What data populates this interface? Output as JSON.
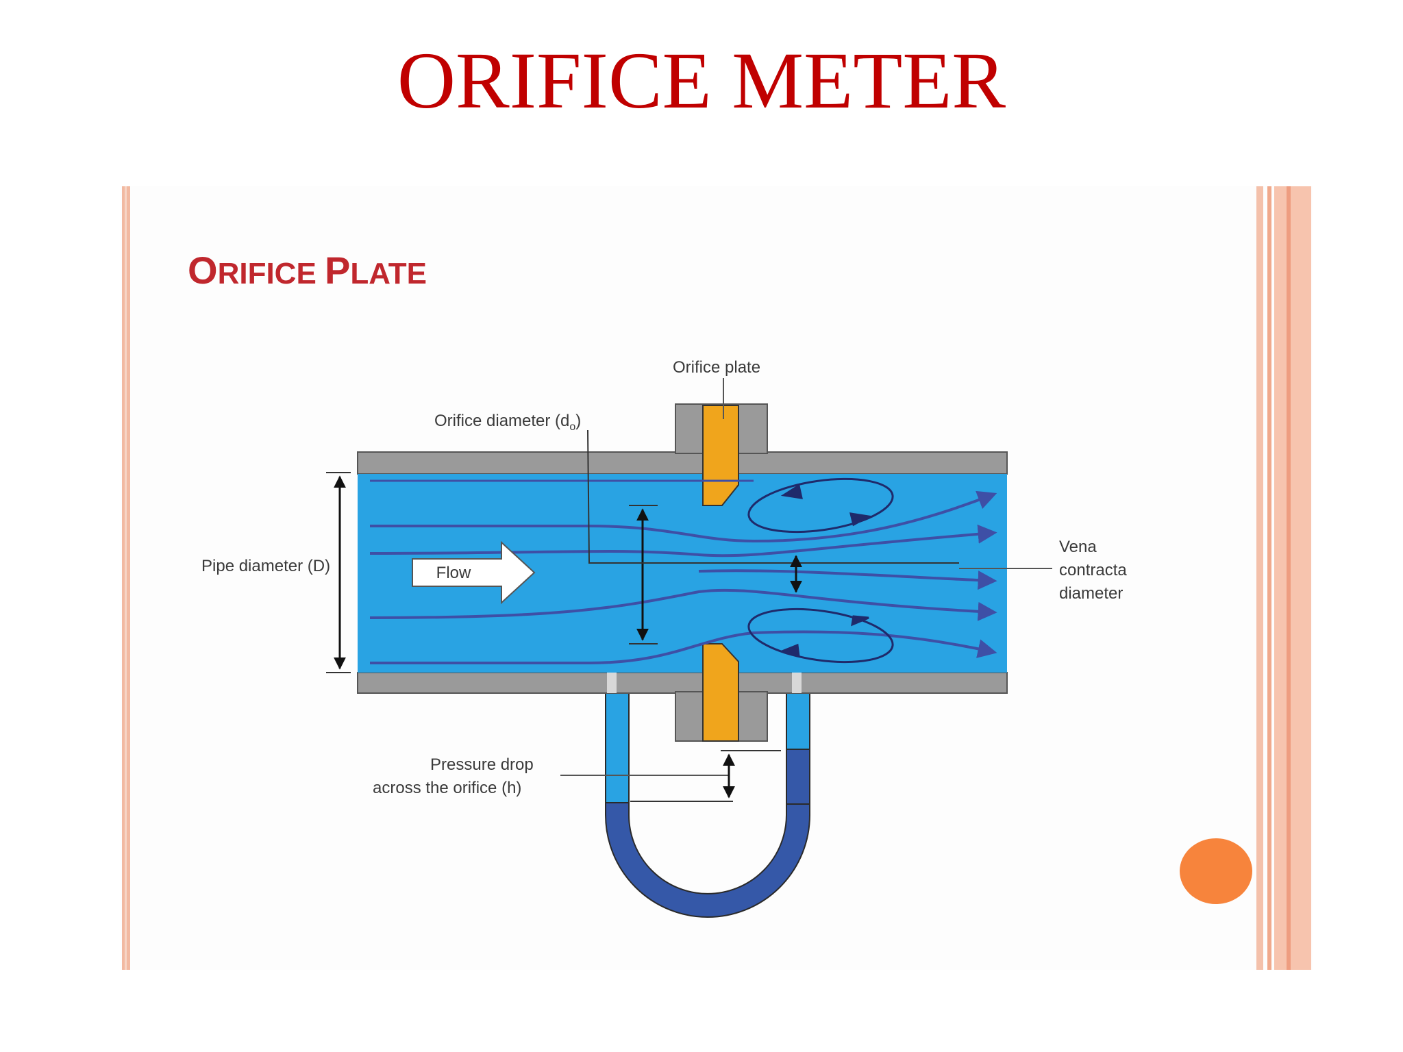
{
  "slide": {
    "title": "ORIFICE METER"
  },
  "diagram": {
    "title": {
      "big1": "O",
      "small1": "RIFICE",
      "big2": "P",
      "small2": "LATE"
    },
    "labels": {
      "orifice_plate": "Orifice plate",
      "orifice_diameter": "Orifice diameter (d",
      "orifice_diameter_sub": "o",
      "orifice_diameter_close": ")",
      "pipe_diameter": "Pipe diameter (D)",
      "flow": "Flow",
      "vena_line1": "Vena",
      "vena_line2": "contracta",
      "vena_line3": "diameter",
      "pressure_line1": "Pressure drop",
      "pressure_line2": "across the orifice (h)"
    },
    "colors": {
      "pipe_wall": "#9a9a9a",
      "fluid": "#29a3e3",
      "plate": "#f0a51c",
      "streamline": "#3e4fa6",
      "manometer_fluid": "#3558a8",
      "title_red": "#c0272d"
    }
  }
}
